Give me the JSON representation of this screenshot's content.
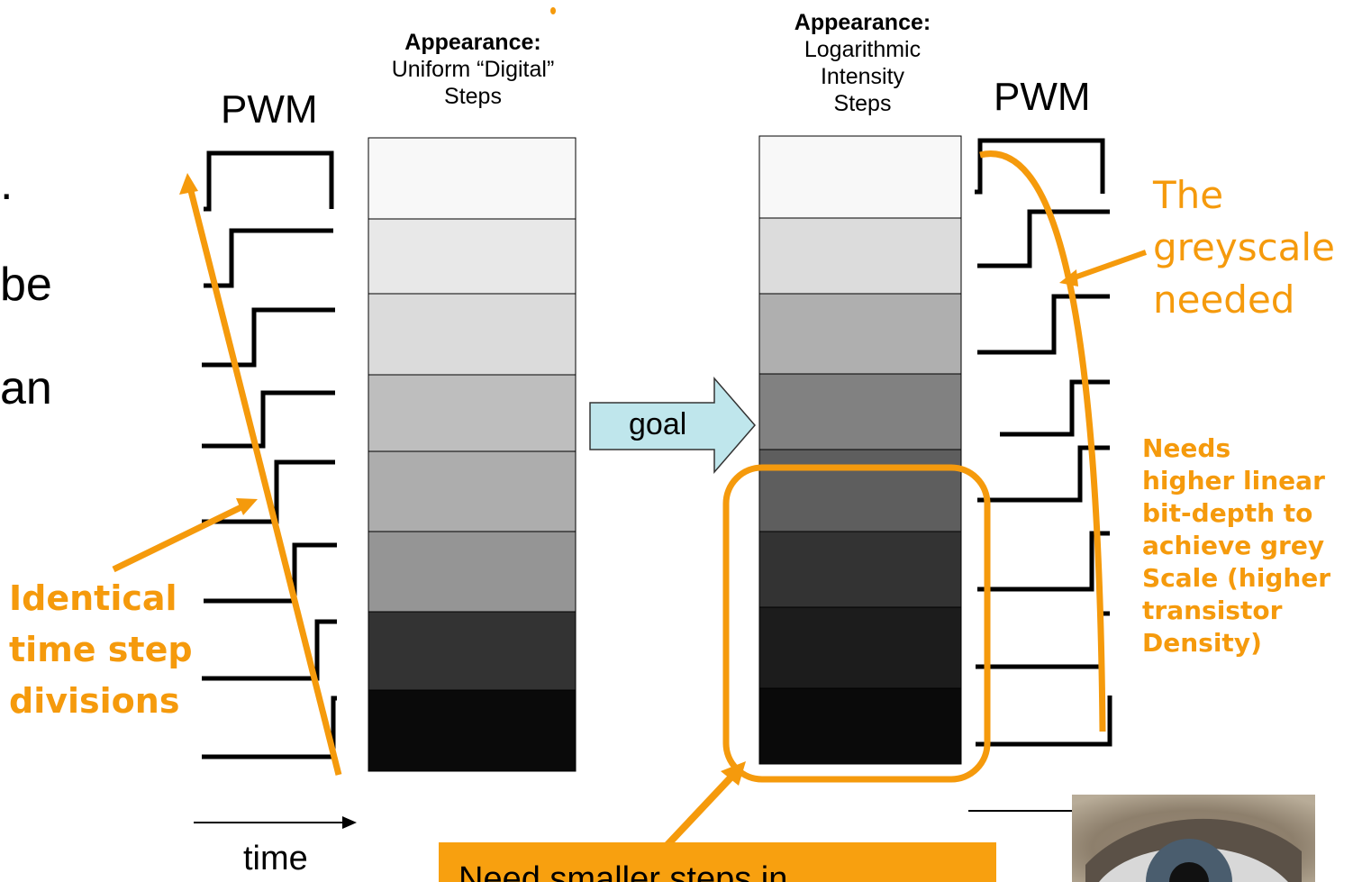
{
  "slide_fragments": {
    "line1": ".",
    "line2": "be",
    "line3": "an"
  },
  "pwm_left_label": "PWM",
  "pwm_right_label": "PWM",
  "left_column": {
    "header_bold": "Appearance:",
    "header_line1": "Uniform “Digital”",
    "header_line2": "Steps",
    "steps": [
      "#F8F8F8",
      "#E8E8E8",
      "#DBDBDB",
      "#BEBEBE",
      "#ADADAD",
      "#959595",
      "#333333",
      "#0A0A0A"
    ]
  },
  "right_column": {
    "header_bold": "Appearance:",
    "header_line1": "Logarithmic",
    "header_line2": "Intensity",
    "header_line3": "Steps",
    "steps": [
      "#F8F8F8",
      "#DCDCDC",
      "#AFAFAF",
      "#818181",
      "#5E5E5E",
      "#333333",
      "#1C1C1C",
      "#0A0A0A"
    ]
  },
  "goal_arrow_label": "goal",
  "annotations": {
    "identical": [
      "Identical",
      "time step",
      "divisions"
    ],
    "greyscale": [
      "The",
      "greyscale",
      "needed"
    ],
    "needs": [
      "Needs",
      "higher linear",
      "bit-depth to",
      "achieve grey",
      "Scale (higher",
      "transistor",
      "Density)"
    ]
  },
  "time_label": "time",
  "callout_text": "Need smaller steps in",
  "colors": {
    "accent_orange": "#F59A0C",
    "callout_fill": "#F8A00F",
    "goal_arrow_fill": "#BFE6EC"
  }
}
